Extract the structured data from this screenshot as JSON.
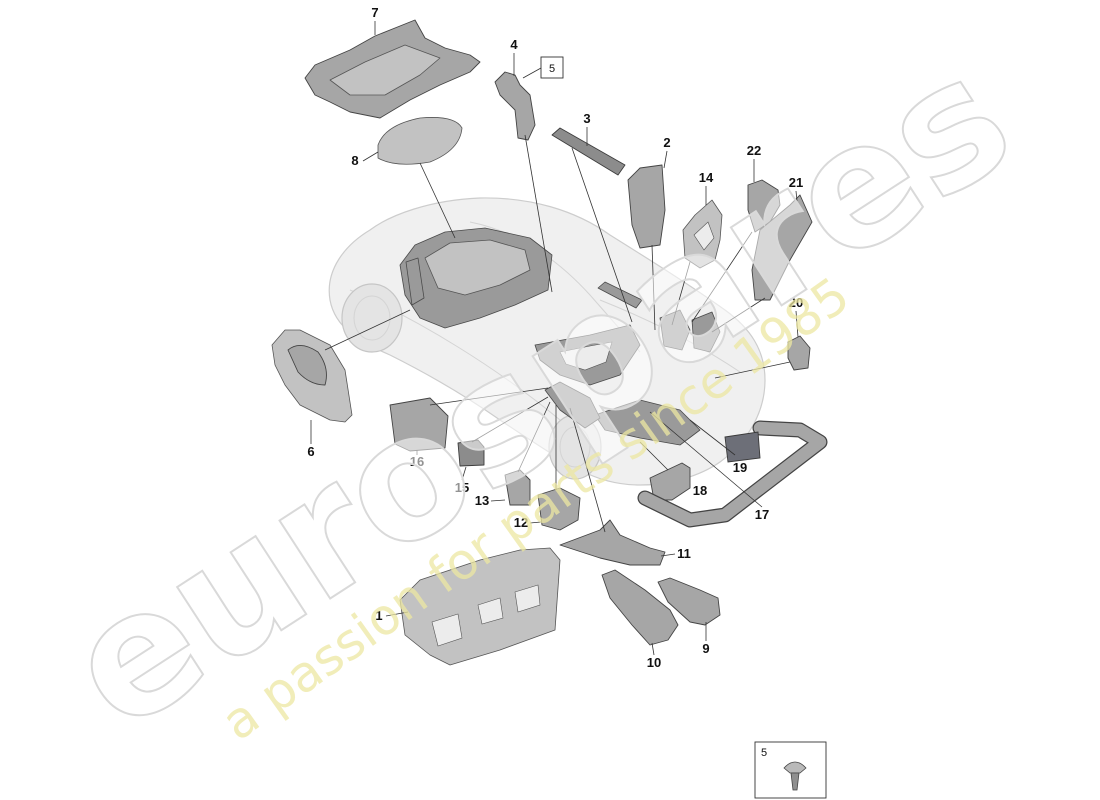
{
  "callouts": [
    {
      "label": "7"
    },
    {
      "label": "4"
    },
    {
      "label": "5"
    },
    {
      "label": "3"
    },
    {
      "label": "2"
    },
    {
      "label": "22"
    },
    {
      "label": "14"
    },
    {
      "label": "21"
    },
    {
      "label": "8"
    },
    {
      "label": "20"
    },
    {
      "label": "6"
    },
    {
      "label": "16"
    },
    {
      "label": "15"
    },
    {
      "label": "13"
    },
    {
      "label": "12"
    },
    {
      "label": "11"
    },
    {
      "label": "1"
    },
    {
      "label": "10"
    },
    {
      "label": "9"
    },
    {
      "label": "18"
    },
    {
      "label": "17"
    },
    {
      "label": "19"
    }
  ],
  "inset": {
    "label": "5",
    "icon": "push-clip-icon"
  },
  "watermark": {
    "brand": "eurospares",
    "tagline": "a passion for parts since 1985"
  },
  "colors": {
    "part": "#a6a6a6",
    "outline": "#444444",
    "car": "#f0f0f0",
    "watermark_tagline": "#ece7a2"
  }
}
